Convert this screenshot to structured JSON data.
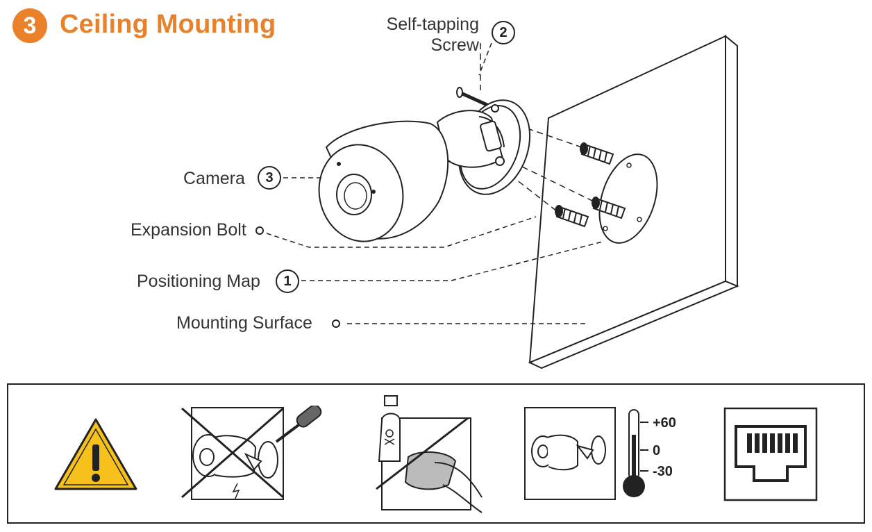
{
  "heading": {
    "step_number": "3",
    "title": "Ceiling Mounting"
  },
  "callouts": {
    "screw": {
      "number": "2",
      "label_line1": "Self-tapping",
      "label_line2": "Screw"
    },
    "camera": {
      "number": "3",
      "label": "Camera"
    },
    "expansion_bolt": {
      "label": "Expansion Bolt"
    },
    "positioning_map": {
      "number": "1",
      "label": "Positioning Map"
    },
    "mounting_surface": {
      "label": "Mounting Surface"
    }
  },
  "panel": {
    "temperature": {
      "max": "+60",
      "mid": "0",
      "min": "-30"
    }
  },
  "colors": {
    "accent": "#e8812a",
    "warning_yellow": "#f6c11c",
    "line": "#222222"
  },
  "icons": [
    "warning-icon",
    "no-disassemble-icon",
    "no-chemical-cleaning-icon",
    "temperature-range-icon",
    "ethernet-port-icon"
  ]
}
